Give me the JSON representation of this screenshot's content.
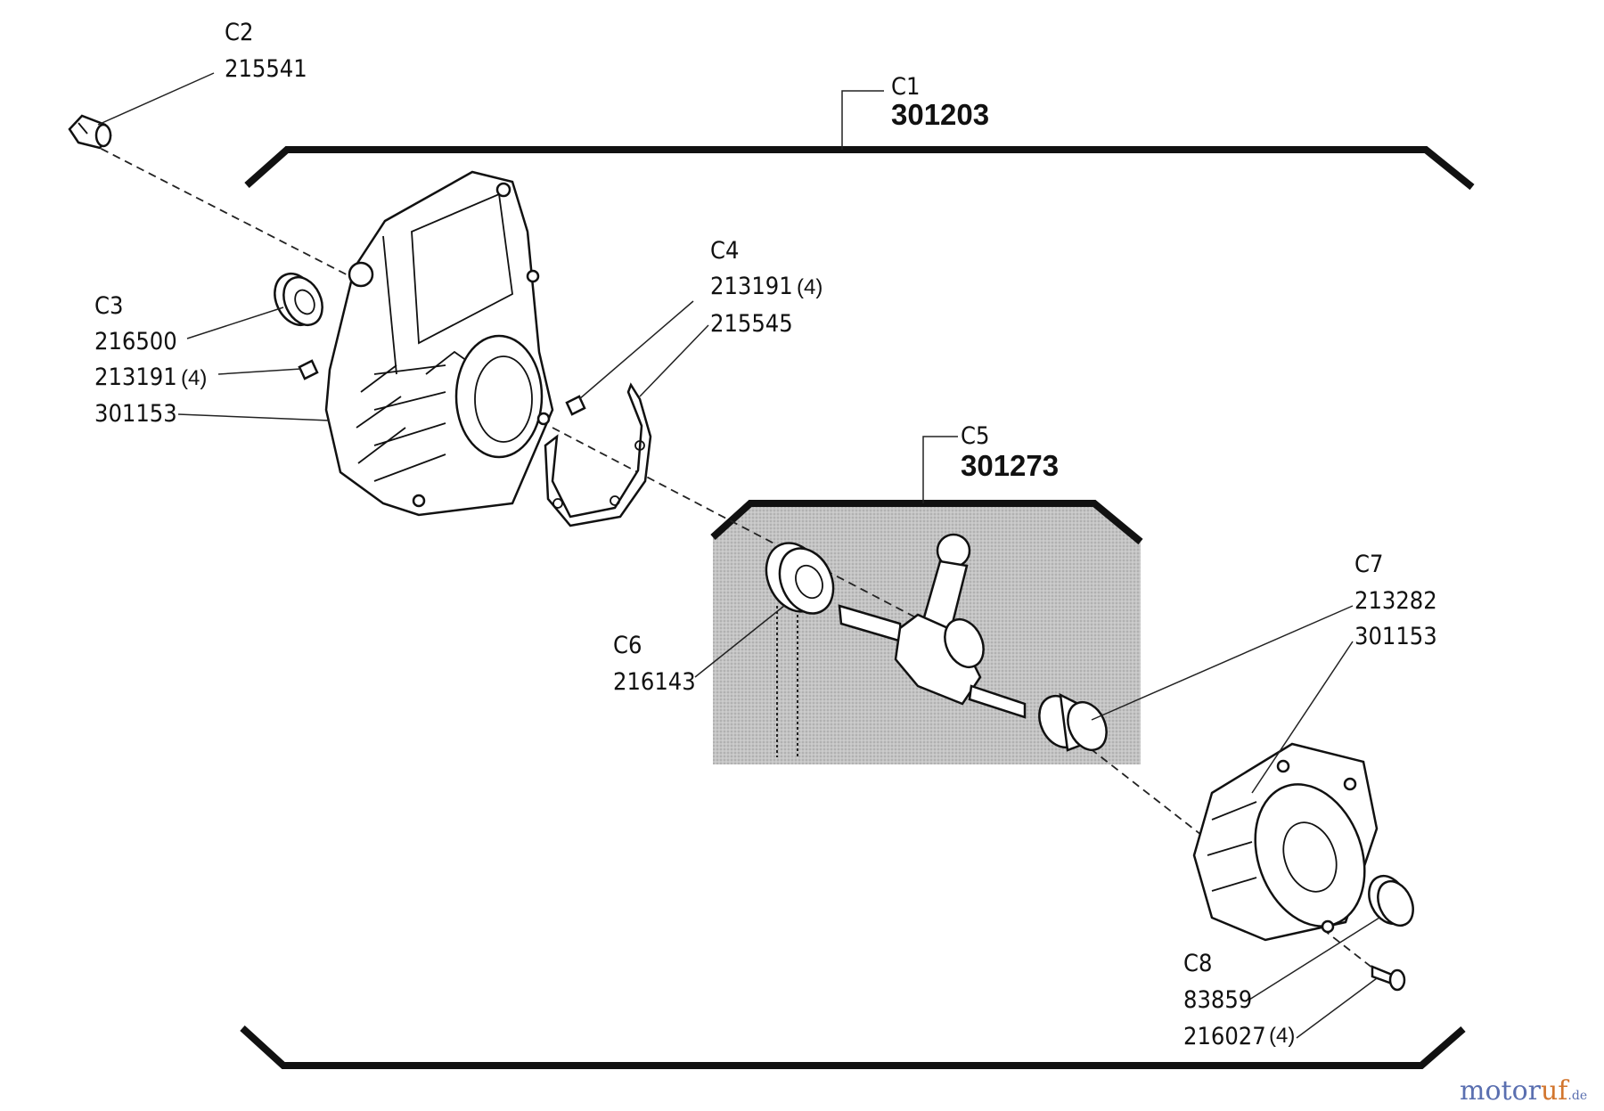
{
  "labels": {
    "c1": {
      "ref": "C1",
      "part": "301203"
    },
    "c2": {
      "ref": "C2",
      "part": "215541"
    },
    "c3": {
      "ref": "C3",
      "parts": [
        "216500",
        "213191",
        "301153"
      ],
      "qty": "(4)"
    },
    "c4": {
      "ref": "C4",
      "parts": [
        "213191",
        "215545"
      ],
      "qty": "(4)"
    },
    "c5": {
      "ref": "C5",
      "part": "301273"
    },
    "c6": {
      "ref": "C6",
      "part": "216143"
    },
    "c7": {
      "ref": "C7",
      "parts": [
        "213282",
        "301153"
      ]
    },
    "c8": {
      "ref": "C8",
      "parts": [
        "83859",
        "216027"
      ],
      "qty": "(4)"
    }
  },
  "watermark": {
    "main_a": "motor",
    "main_b": "uf",
    "suffix": ".de"
  },
  "colors": {
    "line": "#111111",
    "shade": "#bdbdbd",
    "watermark_blue": "#5a6fb0",
    "watermark_orange": "#d2762e"
  }
}
